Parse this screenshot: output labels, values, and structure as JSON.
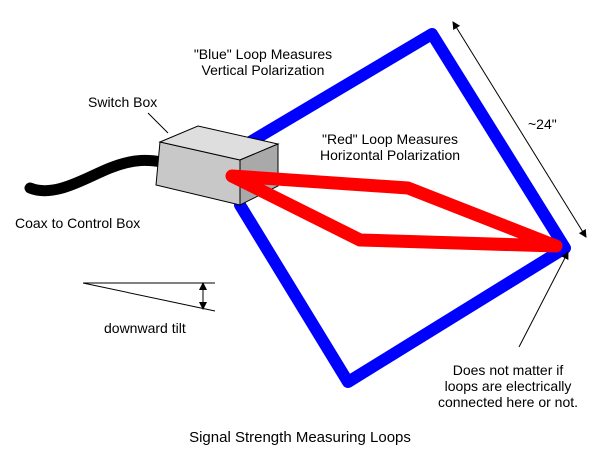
{
  "labels": {
    "blue_loop_line1": "\"Blue\" Loop Measures",
    "blue_loop_line2": "Vertical Polarization",
    "red_loop_line1": "\"Red\" Loop Measures",
    "red_loop_line2": "Horizontal Polarization",
    "switch_box": "Switch Box",
    "coax": "Coax to Control Box",
    "size": "~24\"",
    "tilt": "downward tilt",
    "note_line1": "Does not matter if",
    "note_line2": "loops are electrically",
    "note_line3": "connected here or not.",
    "title": "Signal Strength Measuring Loops"
  },
  "colors": {
    "blue_loop": "#0000ff",
    "red_loop": "#ff0000",
    "box_fill": "#c8c8c8",
    "coax": "#000000"
  }
}
